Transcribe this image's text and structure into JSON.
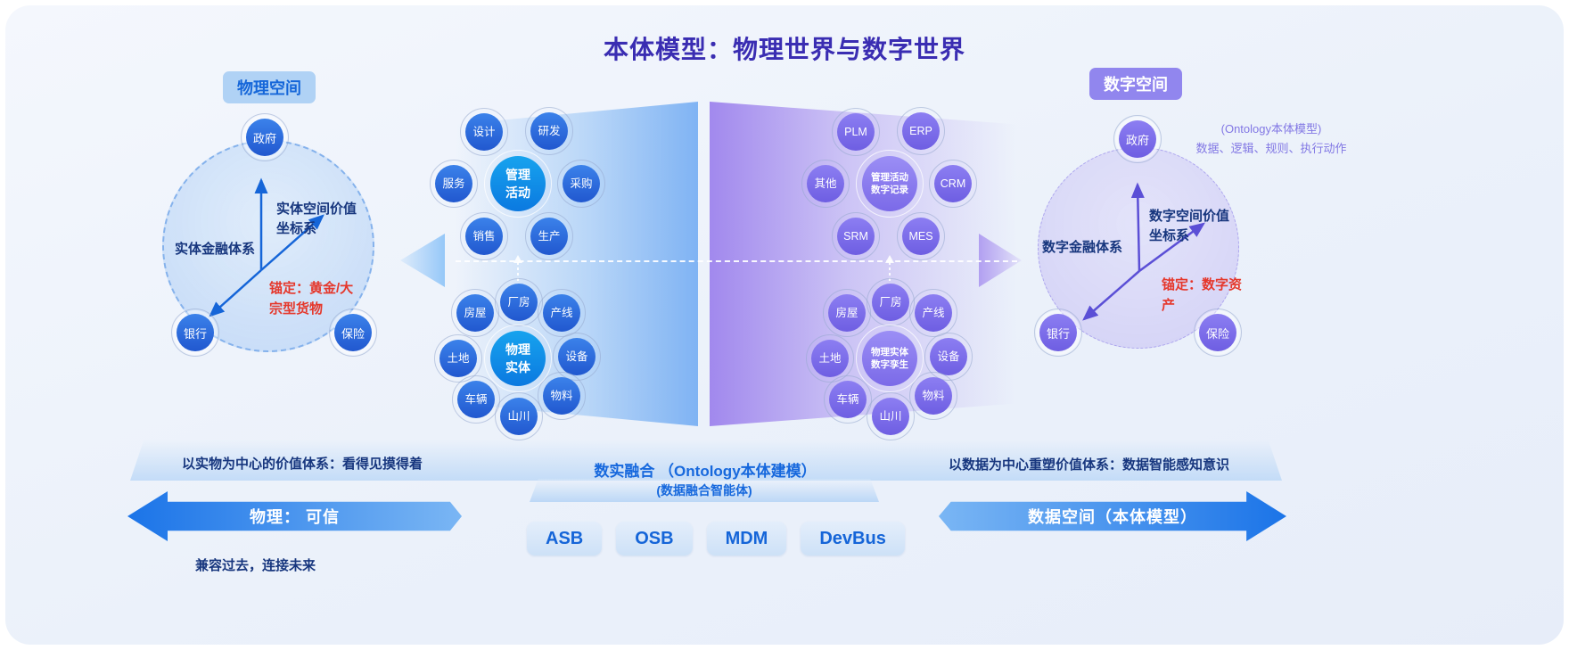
{
  "title": "本体模型：物理世界与数字世界",
  "badges": {
    "physical": "物理空间",
    "digital": "数字空间"
  },
  "annotation": {
    "line1": "(Ontology本体模型)",
    "line2": "数据、逻辑、规则、执行动作"
  },
  "left_circle": {
    "axis_label": "实体空间价值坐标系",
    "side_label": "实体金融体系",
    "anchor_label": "锚定：黄金/大宗型货物",
    "nodes": [
      "政府",
      "银行",
      "保险"
    ]
  },
  "right_circle": {
    "axis_label": "数字空间价值坐标系",
    "side_label": "数字金融体系",
    "anchor_label": "锚定：数字资产",
    "nodes": [
      "政府",
      "银行",
      "保险"
    ]
  },
  "clusters": {
    "mgmt_physical": {
      "center": "管理活动",
      "satellites": [
        "设计",
        "研发",
        "服务",
        "采购",
        "销售",
        "生产"
      ]
    },
    "entity_physical": {
      "center": "物理实体",
      "satellites": [
        "房屋",
        "厂房",
        "产线",
        "土地",
        "设备",
        "车辆",
        "物料",
        "山川"
      ]
    },
    "mgmt_digital": {
      "center": "管理活动数字记录",
      "satellites": [
        "PLM",
        "ERP",
        "其他",
        "CRM",
        "SRM",
        "MES"
      ]
    },
    "entity_digital": {
      "center": "物理实体数字孪生",
      "satellites": [
        "房屋",
        "厂房",
        "产线",
        "土地",
        "设备",
        "车辆",
        "物料",
        "山川"
      ]
    }
  },
  "bottom": {
    "left_caption": "以实物为中心的价值体系：看得见摸得着",
    "center_caption": "数实融合 （Ontology本体建模）",
    "center_caption2": "(数据融合智能体)",
    "right_caption": "以数据为中心重塑价值体系：数据智能感知意识",
    "left_arrow": "物理： 可信",
    "right_arrow": "数据空间（本体模型）",
    "buttons": [
      "ASB",
      "OSB",
      "MDM",
      "DevBus"
    ],
    "footnote": "兼容过去，连接未来"
  },
  "colors": {
    "accent_blue": "#1565d8",
    "accent_purple": "#7d6ce8",
    "anchor_red": "#e5372b",
    "title_indigo": "#3a2db2"
  }
}
